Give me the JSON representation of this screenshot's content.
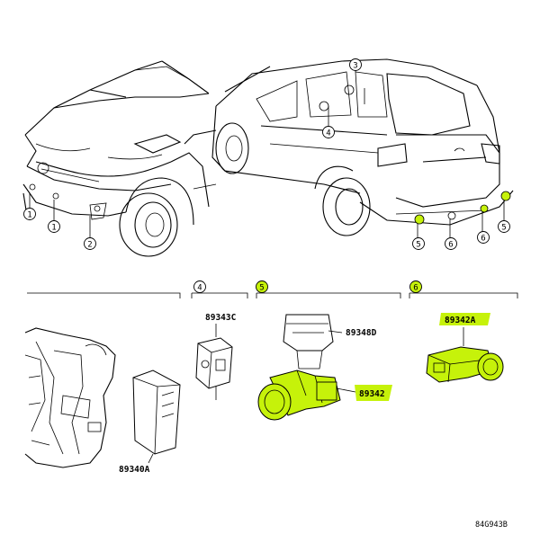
{
  "colors": {
    "highlight": "#c6f20a",
    "ink": "#000000",
    "paper": "#ffffff"
  },
  "callouts": {
    "front_left_1": "1",
    "front_1": "1",
    "front_2": "2",
    "rear_3": "3",
    "rear_4": "4",
    "rear_5a": "5",
    "rear_6a": "6",
    "rear_6b": "6",
    "rear_5b": "5"
  },
  "sections": {
    "s4": "4",
    "s5": "5",
    "s6": "6"
  },
  "parts": {
    "p89343c": "89343C",
    "p89348d": "89348D",
    "p89342": "89342",
    "p89342a": "89342A",
    "p89340a": "89340A"
  },
  "diagram_code": "84G943B"
}
